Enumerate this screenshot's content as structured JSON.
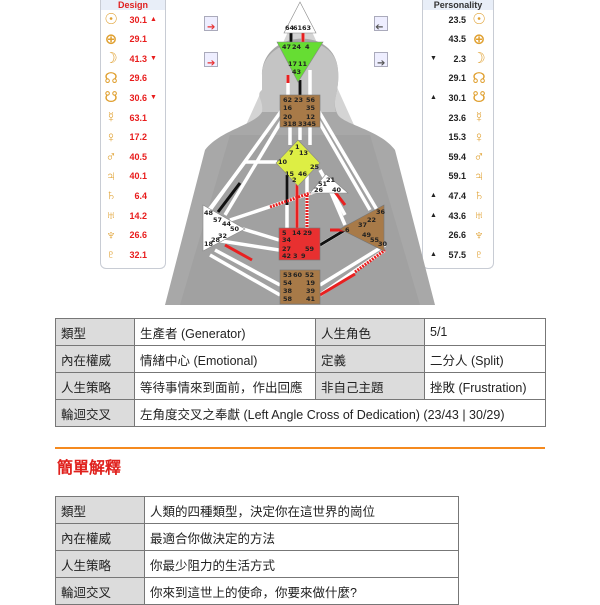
{
  "design": {
    "header": "Design",
    "rows": [
      {
        "planet": "sun",
        "symbol": "☉",
        "value": "30.1",
        "arrow": "▲"
      },
      {
        "planet": "earth",
        "symbol": "⊕",
        "value": "29.1",
        "arrow": ""
      },
      {
        "planet": "moon",
        "symbol": "☽",
        "value": "41.3",
        "arrow": "▼"
      },
      {
        "planet": "north-node",
        "symbol": "☊",
        "value": "29.6",
        "arrow": ""
      },
      {
        "planet": "south-node",
        "symbol": "☋",
        "value": "30.6",
        "arrow": "▼"
      },
      {
        "planet": "mercury",
        "symbol": "☿",
        "value": "63.1",
        "arrow": ""
      },
      {
        "planet": "venus",
        "symbol": "♀",
        "value": "17.2",
        "arrow": ""
      },
      {
        "planet": "mars",
        "symbol": "♂",
        "value": "40.5",
        "arrow": ""
      },
      {
        "planet": "jupiter",
        "symbol": "♃",
        "value": "40.1",
        "arrow": ""
      },
      {
        "planet": "saturn",
        "symbol": "♄",
        "value": "6.4",
        "arrow": ""
      },
      {
        "planet": "uranus",
        "symbol": "♅",
        "value": "14.2",
        "arrow": ""
      },
      {
        "planet": "neptune",
        "symbol": "♆",
        "value": "26.6",
        "arrow": ""
      },
      {
        "planet": "pluto",
        "symbol": "♇",
        "value": "32.1",
        "arrow": ""
      }
    ]
  },
  "personality": {
    "header": "Personality",
    "rows": [
      {
        "planet": "sun",
        "symbol": "☉",
        "value": "23.5",
        "arrow": ""
      },
      {
        "planet": "earth",
        "symbol": "⊕",
        "value": "43.5",
        "arrow": ""
      },
      {
        "planet": "moon",
        "symbol": "☽",
        "value": "2.3",
        "arrow": "▼"
      },
      {
        "planet": "north-node",
        "symbol": "☊",
        "value": "29.1",
        "arrow": ""
      },
      {
        "planet": "south-node",
        "symbol": "☋",
        "value": "30.1",
        "arrow": "▲"
      },
      {
        "planet": "mercury",
        "symbol": "☿",
        "value": "23.6",
        "arrow": ""
      },
      {
        "planet": "venus",
        "symbol": "♀",
        "value": "15.3",
        "arrow": ""
      },
      {
        "planet": "mars",
        "symbol": "♂",
        "value": "59.4",
        "arrow": ""
      },
      {
        "planet": "jupiter",
        "symbol": "♃",
        "value": "59.1",
        "arrow": ""
      },
      {
        "planet": "saturn",
        "symbol": "♄",
        "value": "47.4",
        "arrow": "▲"
      },
      {
        "planet": "uranus",
        "symbol": "♅",
        "value": "43.6",
        "arrow": "▲"
      },
      {
        "planet": "neptune",
        "symbol": "♆",
        "value": "26.6",
        "arrow": ""
      },
      {
        "planet": "pluto",
        "symbol": "♇",
        "value": "57.5",
        "arrow": "▲"
      }
    ]
  },
  "bodygraph": {
    "colors": {
      "defined_red": "#e82020",
      "defined_black": "#111111",
      "ajna": "#66dd33",
      "g_center": "#ddee44",
      "sacral": "#e83030",
      "brown": "#a87a48",
      "open": "#ffffff"
    },
    "gates": {
      "head": [
        "64",
        "61",
        "63"
      ],
      "ajna": [
        "47",
        "24",
        "4",
        "17",
        "11",
        "43"
      ],
      "throat": [
        "62",
        "23",
        "56",
        "16",
        "35",
        "20",
        "12",
        "31",
        "8",
        "33",
        "45"
      ],
      "g": [
        "1",
        "7",
        "13",
        "10",
        "25",
        "15",
        "46",
        "2"
      ],
      "heart": [
        "21",
        "51",
        "26",
        "40"
      ],
      "spleen": [
        "48",
        "57",
        "44",
        "50",
        "32",
        "28",
        "18"
      ],
      "sacral": [
        "5",
        "14",
        "29",
        "34",
        "59",
        "27",
        "42",
        "3",
        "9"
      ],
      "solar_plexus": [
        "36",
        "22",
        "37",
        "6",
        "49",
        "55",
        "30"
      ],
      "root": [
        "53",
        "60",
        "52",
        "54",
        "19",
        "38",
        "39",
        "58",
        "41"
      ]
    }
  },
  "info_table": {
    "rows": [
      {
        "label": "類型",
        "value": "生產者 (Generator)",
        "label2": "人生角色",
        "value2": "5/1"
      },
      {
        "label": "內在權威",
        "value": "情緒中心 (Emotional)",
        "label2": "定義",
        "value2": "二分人 (Split)"
      },
      {
        "label": "人生策略",
        "value": "等待事情來到面前，作出回應",
        "label2": "非自己主題",
        "value2": "挫敗 (Frustration)"
      },
      {
        "label": "輪迴交叉",
        "value": "左角度交叉之奉獻 (Left Angle Cross of Dedication) (23/43 | 30/29)"
      }
    ]
  },
  "section_title": "簡單解釋",
  "explain_table": {
    "rows": [
      {
        "label": "類型",
        "value": "人類的四種類型，決定你在這世界的崗位"
      },
      {
        "label": "內在權威",
        "value": "最適合你做決定的方法"
      },
      {
        "label": "人生策略",
        "value": "你最少阻力的生活方式"
      },
      {
        "label": "輪迴交叉",
        "value": "你來到這世上的使命，你要來做什麼?"
      }
    ]
  }
}
